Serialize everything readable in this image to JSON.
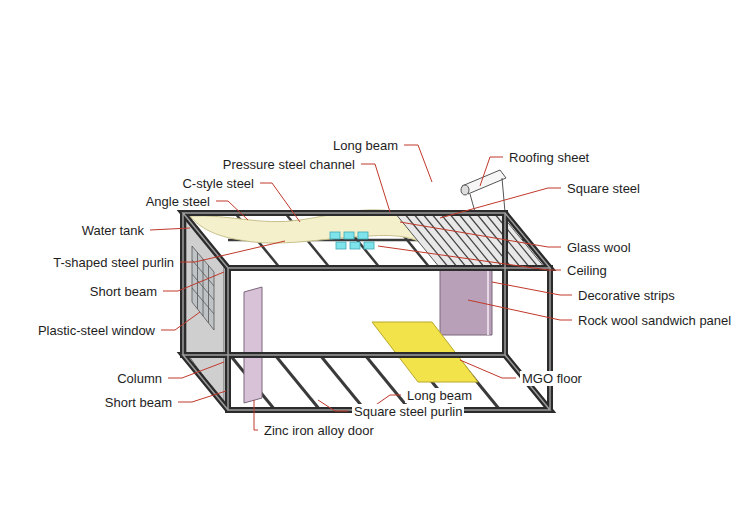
{
  "diagram": {
    "labels": [
      "Long beam",
      "Roofing sheet",
      "Pressure steel channel",
      "C-style steel",
      "Square steel",
      "Angle steel",
      "Water tank",
      "Glass wool",
      "T-shaped steel purlin",
      "Ceiling",
      "Short beam",
      "Decorative strips",
      "Rock wool sandwich panel",
      "Plastic-steel window",
      "Column",
      "MGO floor",
      "Long beam",
      "Short beam",
      "Square steel purlin",
      "Zinc iron alloy door"
    ]
  }
}
